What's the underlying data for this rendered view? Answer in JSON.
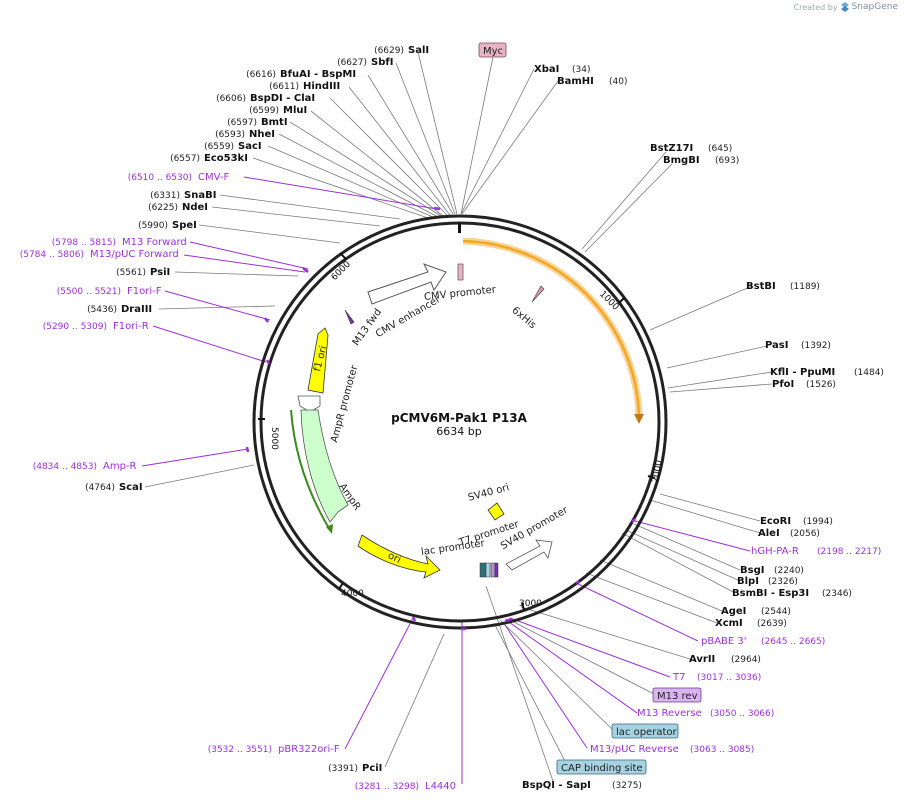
{
  "watermark": {
    "created_by": "Created by",
    "brand": "SnapGene"
  },
  "plasmid": {
    "name": "pCMV6M-Pak1 P13A",
    "length": "6634 bp"
  },
  "ticks": [
    "1000",
    "2000",
    "3000",
    "4000",
    "5000",
    "6000"
  ],
  "sites": [
    {
      "name": "SalI",
      "pos": "(6629)"
    },
    {
      "name": "SbfI",
      "pos": "(6627)"
    },
    {
      "name": "BfuAI  - BspMI",
      "pos": "(6616)"
    },
    {
      "name": "HindIII",
      "pos": "(6611)"
    },
    {
      "name": "BspDI  - ClaI",
      "pos": "(6606)"
    },
    {
      "name": "MluI",
      "pos": "(6599)"
    },
    {
      "name": "BmtI",
      "pos": "(6597)"
    },
    {
      "name": "NheI",
      "pos": "(6593)"
    },
    {
      "name": "SacI",
      "pos": "(6559)"
    },
    {
      "name": "Eco53kI",
      "pos": "(6557)"
    },
    {
      "name": "SnaBI",
      "pos": "(6331)"
    },
    {
      "name": "NdeI",
      "pos": "(6225)"
    },
    {
      "name": "SpeI",
      "pos": "(5990)"
    },
    {
      "name": "PsiI",
      "pos": "(5561)"
    },
    {
      "name": "DraIII",
      "pos": "(5436)"
    },
    {
      "name": "ScaI",
      "pos": "(4764)"
    },
    {
      "name": "PciI",
      "pos": "(3391)"
    },
    {
      "name": "XbaI",
      "pos": "(34)"
    },
    {
      "name": "BamHI",
      "pos": "(40)"
    },
    {
      "name": "BstZ17I",
      "pos": "(645)"
    },
    {
      "name": "BmgBI",
      "pos": "(693)"
    },
    {
      "name": "BstBI",
      "pos": "(1189)"
    },
    {
      "name": "PasI",
      "pos": "(1392)"
    },
    {
      "name": "KflI  - PpuMI",
      "pos": "(1484)"
    },
    {
      "name": "PfoI",
      "pos": "(1526)"
    },
    {
      "name": "EcoRI",
      "pos": "(1994)"
    },
    {
      "name": "AleI",
      "pos": "(2056)"
    },
    {
      "name": "BsgI",
      "pos": "(2240)"
    },
    {
      "name": "BlpI",
      "pos": "(2326)"
    },
    {
      "name": "BsmBI  - Esp3I",
      "pos": "(2346)"
    },
    {
      "name": "AgeI",
      "pos": "(2544)"
    },
    {
      "name": "XcmI",
      "pos": "(2639)"
    },
    {
      "name": "AvrII",
      "pos": "(2964)"
    },
    {
      "name": "BspQI  - SapI",
      "pos": "(3275)"
    }
  ],
  "primers": [
    {
      "name": "CMV-F",
      "range": "(6510 .. 6530)"
    },
    {
      "name": "M13 Forward",
      "range": "(5798 .. 5815)"
    },
    {
      "name": "M13/pUC Forward",
      "range": "(5784 .. 5806)"
    },
    {
      "name": "F1ori-F",
      "range": "(5500 .. 5521)"
    },
    {
      "name": "F1ori-R",
      "range": "(5290 .. 5309)"
    },
    {
      "name": "Amp-R",
      "range": "(4834 .. 4853)"
    },
    {
      "name": "pBR322ori-F",
      "range": "(3532 .. 3551)"
    },
    {
      "name": "L4440",
      "range": "(3281 .. 3298)"
    },
    {
      "name": "hGH-PA-R",
      "range": "(2198 .. 2217)"
    },
    {
      "name": "pBABE 3'",
      "range": "(2645 .. 2665)"
    },
    {
      "name": "T7",
      "range": "(3017 .. 3036)"
    },
    {
      "name": "M13 Reverse",
      "range": "(3050 .. 3066)"
    },
    {
      "name": "M13/pUC Reverse",
      "range": "(3063 .. 3085)"
    }
  ],
  "boxed_features": [
    "Myc",
    "M13 rev",
    "lac operator",
    "CAP binding site"
  ],
  "inner_features": [
    "CMV promoter",
    "CMV enhancer",
    "M13 fwd",
    "6xHis",
    "f1 ori",
    "AmpR promoter",
    "AmpR",
    "ori",
    "SV40 ori",
    "T7 promoter",
    "SV40 promoter",
    "lac promoter"
  ],
  "colors": {
    "insert": "#f5a623",
    "myc": "#e8b3c5",
    "f1ori": "#ffff00",
    "ampr": "#ccffcc",
    "ori": "#ffff00",
    "lacop": "#a7d2e2",
    "primer": "#9b30d9"
  }
}
